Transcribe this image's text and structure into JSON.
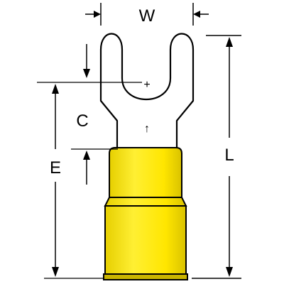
{
  "labels": {
    "width": "W",
    "clearance": "C",
    "entry": "E",
    "length": "L"
  },
  "marks": {
    "center": "+",
    "arrow": "↑"
  },
  "colors": {
    "insulation": "#ffeb00",
    "insulation_edge": "#c9b400",
    "outline": "#000000",
    "background": "#ffffff"
  }
}
